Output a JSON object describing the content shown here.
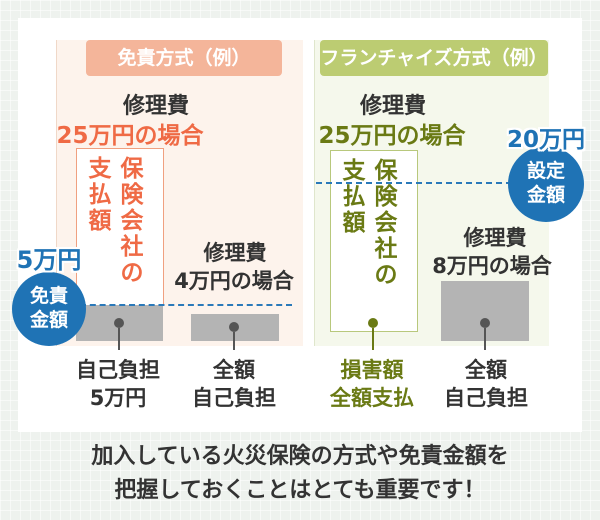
{
  "left": {
    "title": "免責方式（例）",
    "case1_line1": "修理費",
    "case1_line2": "25万円の場合",
    "box_col1": "支払額",
    "box_col2": "保険会社の",
    "case2_line1": "修理費",
    "case2_line2": "4万円の場合",
    "label1_line1": "自己負担",
    "label1_line2": "5万円",
    "label2_line1": "全額",
    "label2_line2": "自己負担",
    "badge_top": "5万円",
    "badge_line1": "免責",
    "badge_line2": "金額"
  },
  "right": {
    "title": "フランチャイズ方式（例）",
    "case1_line1": "修理費",
    "case1_line2": "25万円の場合",
    "box_col1": "支払額",
    "box_col2": "保険会社の",
    "case2_line1": "修理費",
    "case2_line2": "8万円の場合",
    "label1_line1": "損害額",
    "label1_line2": "全額支払",
    "label2_line1": "全額",
    "label2_line2": "自己負担",
    "badge_top": "20万円",
    "badge_line1": "設定",
    "badge_line2": "金額"
  },
  "footer": {
    "line1": "加入している火災保険の方式や免責金額を",
    "line2": "把握しておくことはとても重要です！"
  },
  "colors": {
    "orange": "#ef6a45",
    "olive": "#6a7a14",
    "blue": "#1f73b5",
    "left_header": "#f4b59a",
    "right_header": "#bccc72"
  }
}
